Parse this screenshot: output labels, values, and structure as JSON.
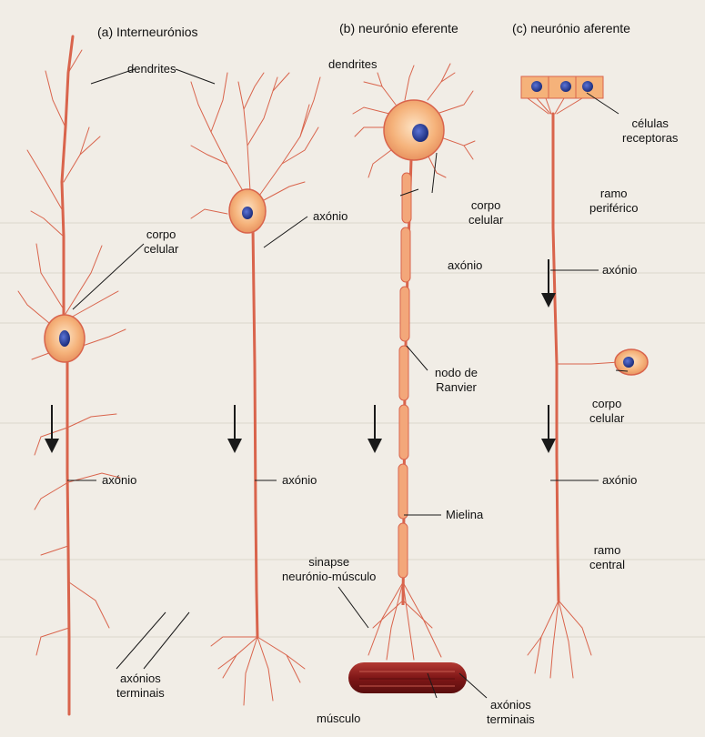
{
  "titles": {
    "a": "(a) Interneurónios",
    "b": "(b) neurónio eferente",
    "c": "(c) neurónio aferente"
  },
  "labels": {
    "dendrites": "dendrites",
    "dendrites_b": "dendrites",
    "corpo_celular_a": "corpo\ncelular",
    "axonio_a_top": "axónio",
    "axonio_a_left": "axónio",
    "axonio_a_right": "axónio",
    "axonio_terminais_a": "axónios\nterminais",
    "corpo_celular_b": "corpo\ncelular",
    "axonio_b": "axónio",
    "nodo_ranvier": "nodo de\nRanvier",
    "mielina": "Mielina",
    "sinapse": "sinapse\nneurónio-músculo",
    "musculo": "músculo",
    "axonio_terminais_b": "axónios\nterminais",
    "celulas_receptoras": "células\nreceptoras",
    "ramo_periferico": "ramo\nperiférico",
    "axonio_c_top": "axónio",
    "corpo_celular_c": "corpo\ncelular",
    "axonio_c_bottom": "axónio",
    "ramo_central": "ramo\ncentral"
  },
  "colors": {
    "neuron": "#d9644c",
    "neuron_light": "#f3a77a",
    "soma": "#f6c38d",
    "nucleus": "#2a3f9c",
    "muscle": "#8e1f1f",
    "background": "#f1ede6"
  }
}
